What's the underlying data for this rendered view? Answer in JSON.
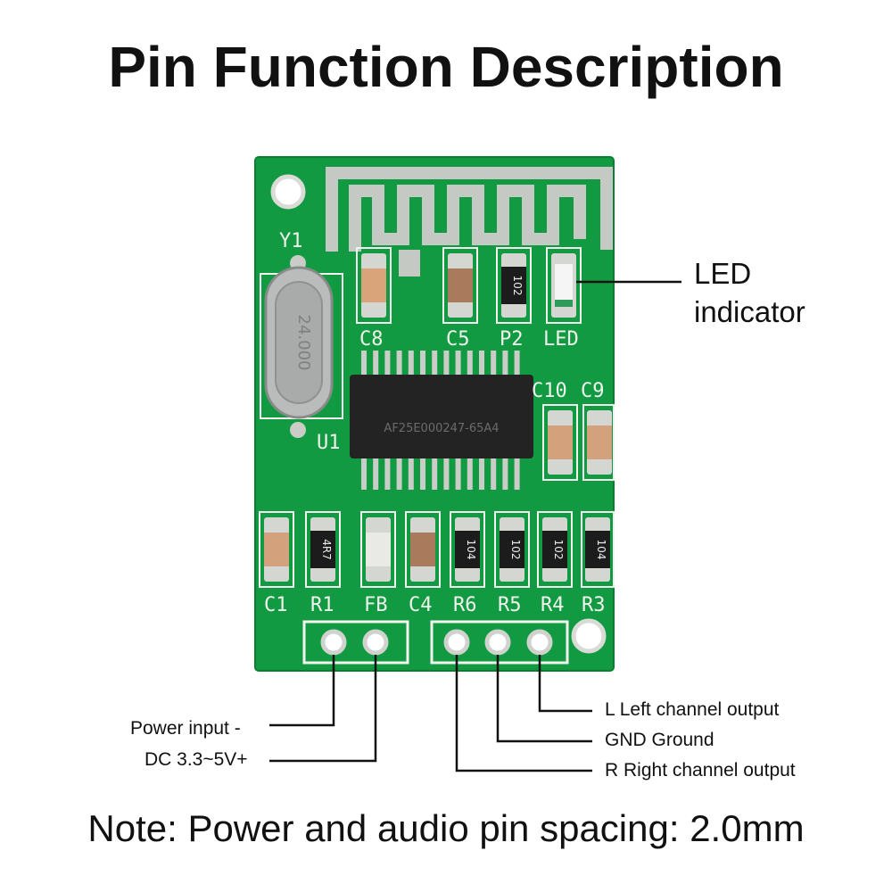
{
  "title": "Pin Function Description",
  "board": {
    "silkscreen": {
      "y1": "Y1",
      "u1": "U1",
      "c8": "C8",
      "c5": "C5",
      "p2": "P2",
      "led": "LED",
      "c10": "C10",
      "c9": "C9",
      "c1": "C1",
      "r1": "R1",
      "fb": "FB",
      "c4": "C4",
      "r6": "R6",
      "r5": "R5",
      "r4": "R4",
      "r3": "R3"
    },
    "crystal_marking": "24.000",
    "chip_marking": "AF25E000247-65A4",
    "resistor_codes": {
      "p2": "102",
      "r1": "4R7",
      "r6": "104",
      "r5": "102",
      "r4": "102",
      "r3": "104"
    }
  },
  "callouts": {
    "led_line1": "LED",
    "led_line2": "indicator",
    "power_minus": "Power input -",
    "power_plus": "DC 3.3~5V+",
    "left_out": "L Left channel output",
    "gnd": "GND Ground",
    "right_out": "R Right channel output"
  },
  "note": "Note: Power and audio pin spacing: 2.0mm",
  "colors": {
    "pcb": "#129a42",
    "pcb_dark": "#0d7d33",
    "silkscreen": "#f1f4ee",
    "pad": "#c9ccc7",
    "chip": "#232323",
    "leader": "#111111"
  }
}
